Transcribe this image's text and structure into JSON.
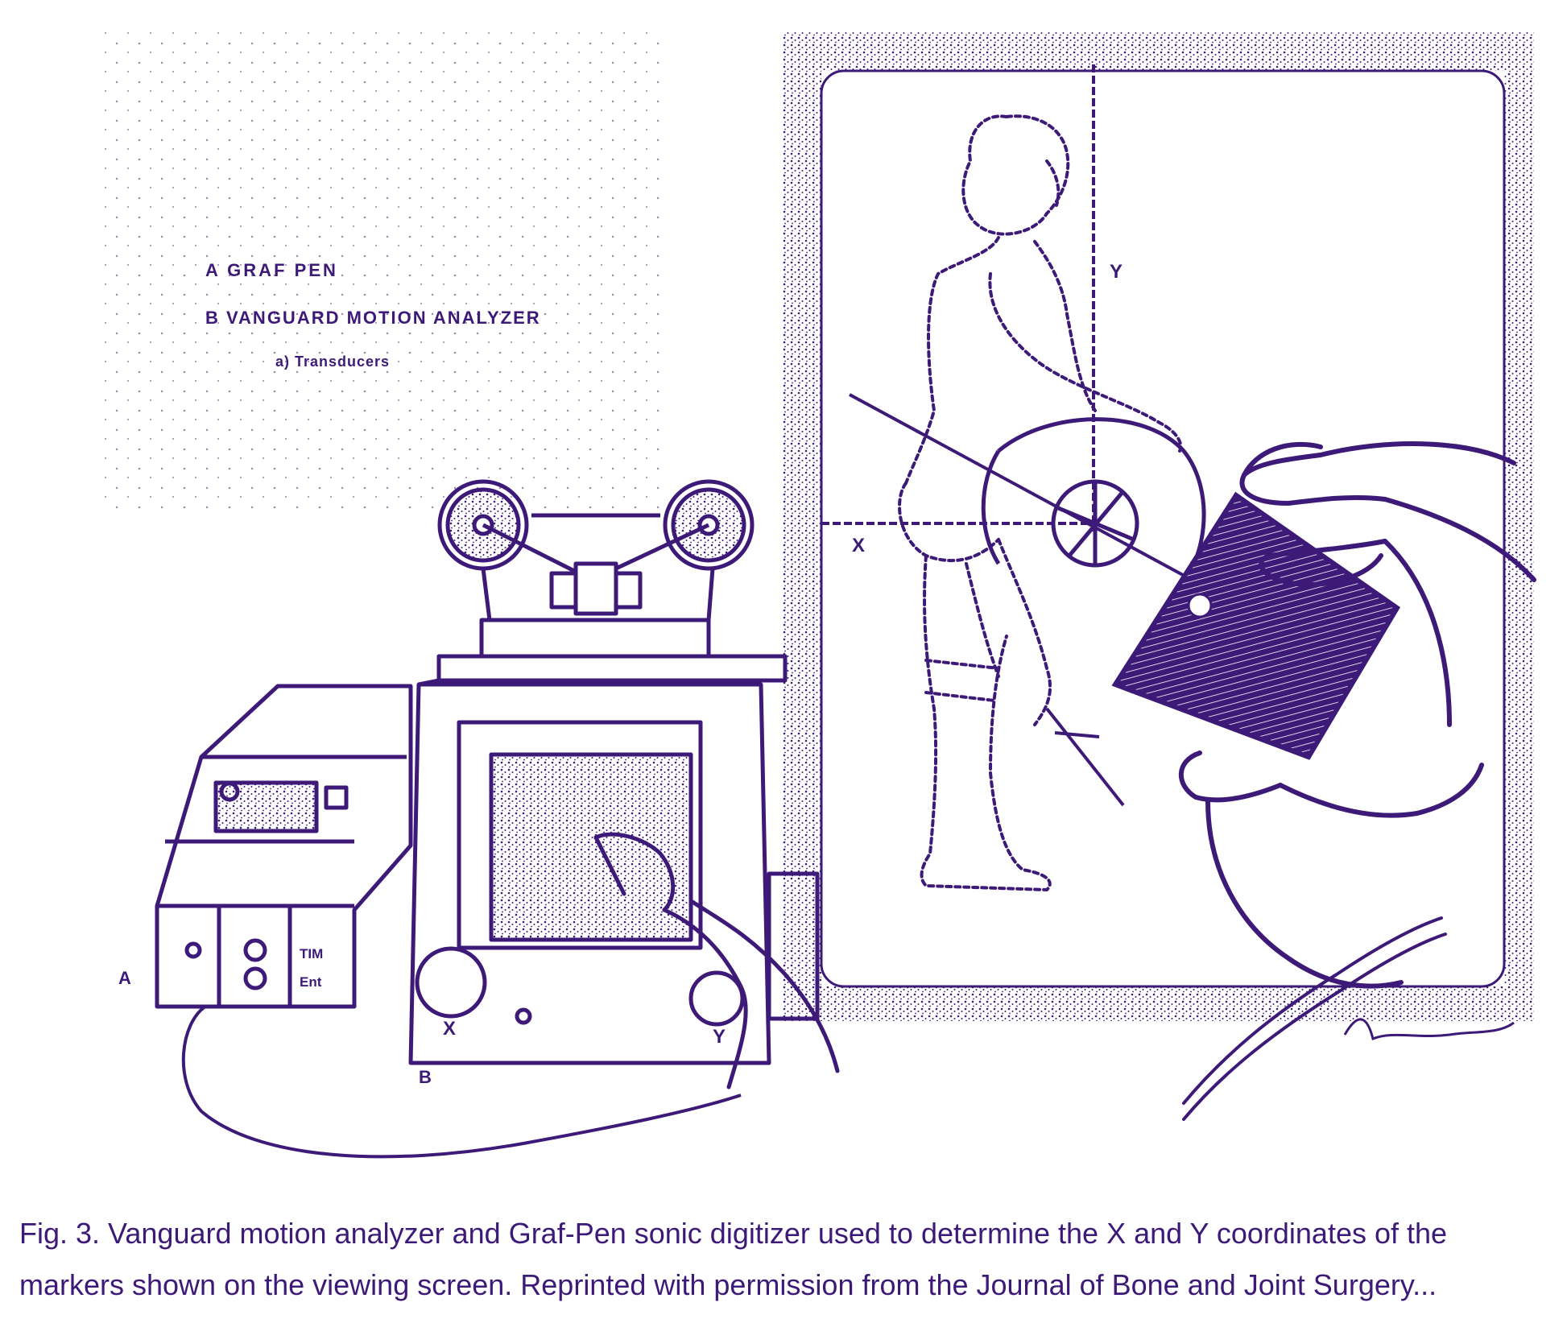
{
  "figure": {
    "legend": {
      "line_a": "A  GRAF PEN",
      "line_b": "B  VANGUARD MOTION ANALYZER",
      "line_b_sub": "a) Transducers"
    },
    "labels": {
      "x_axis": "X",
      "y_axis": "Y",
      "label_a": "A",
      "label_b": "B",
      "knob_x": "X",
      "knob_y": "Y",
      "panel_top": "TIM",
      "panel_bottom": "Ent"
    },
    "ink_color": "#3d1a78"
  },
  "caption": {
    "text": "Fig. 3. Vanguard motion analyzer and Graf-Pen sonic digitizer used to determine the X and Y coordinates of the markers shown on the viewing screen. Reprinted with permission from the Journal of Bone and Joint Surgery..."
  }
}
